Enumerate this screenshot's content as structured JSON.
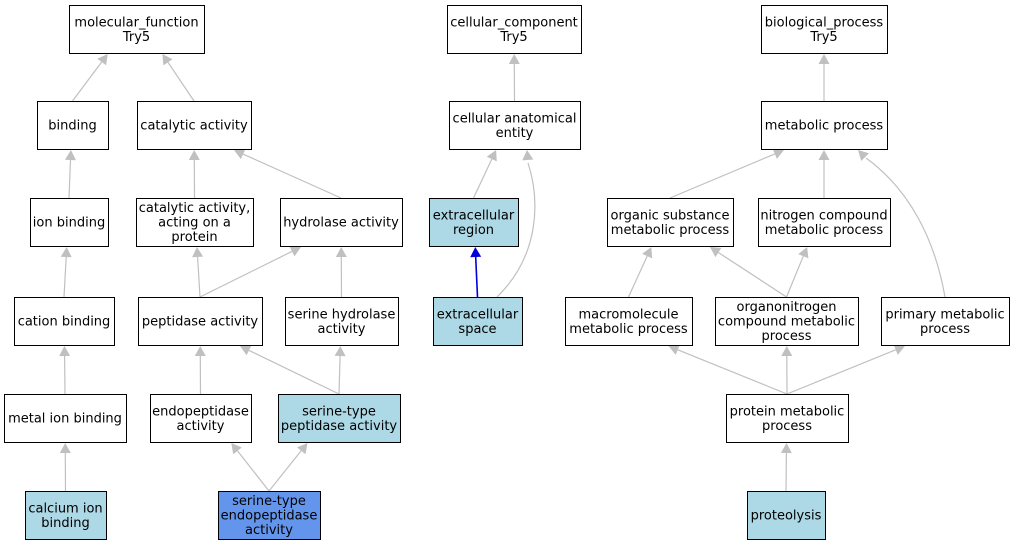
{
  "colors": {
    "default_node_fill": "#ffffff",
    "annotated_node_fill": "#add8e6",
    "query_node_fill": "#6495ed",
    "edge": "#c0c0c0",
    "highlighted_edge": "#0000dd"
  },
  "nodes": {
    "mf_root": {
      "lines": [
        "molecular_function",
        "Try5"
      ],
      "style": "default"
    },
    "binding": {
      "lines": [
        "binding"
      ],
      "style": "default"
    },
    "catalytic": {
      "lines": [
        "catalytic activity"
      ],
      "style": "default"
    },
    "ion_binding": {
      "lines": [
        "ion binding"
      ],
      "style": "default"
    },
    "cat_protein": {
      "lines": [
        "catalytic activity,",
        "acting on a",
        "protein"
      ],
      "style": "default"
    },
    "hydrolase": {
      "lines": [
        "hydrolase activity"
      ],
      "style": "default"
    },
    "cation": {
      "lines": [
        "cation binding"
      ],
      "style": "default"
    },
    "peptidase": {
      "lines": [
        "peptidase activity"
      ],
      "style": "default"
    },
    "serine_hyd": {
      "lines": [
        "serine hydrolase",
        "activity"
      ],
      "style": "default"
    },
    "metal_ion": {
      "lines": [
        "metal ion binding"
      ],
      "style": "default"
    },
    "endopep": {
      "lines": [
        "endopeptidase",
        "activity"
      ],
      "style": "default"
    },
    "serine_pep": {
      "lines": [
        "serine-type",
        "peptidase activity"
      ],
      "style": "annotated"
    },
    "calcium": {
      "lines": [
        "calcium ion",
        "binding"
      ],
      "style": "annotated"
    },
    "serine_endo": {
      "lines": [
        "serine-type",
        "endopeptidase",
        "activity"
      ],
      "style": "query"
    },
    "cc_root": {
      "lines": [
        "cellular_component",
        "Try5"
      ],
      "style": "default"
    },
    "cell_anat": {
      "lines": [
        "cellular anatomical",
        "entity"
      ],
      "style": "default"
    },
    "extra_region": {
      "lines": [
        "extracellular",
        "region"
      ],
      "style": "annotated"
    },
    "extra_space": {
      "lines": [
        "extracellular",
        "space"
      ],
      "style": "annotated"
    },
    "bp_root": {
      "lines": [
        "biological_process",
        "Try5"
      ],
      "style": "default"
    },
    "metabolic": {
      "lines": [
        "metabolic process"
      ],
      "style": "default"
    },
    "organic": {
      "lines": [
        "organic substance",
        "metabolic process"
      ],
      "style": "default"
    },
    "nitrogen": {
      "lines": [
        "nitrogen compound",
        "metabolic process"
      ],
      "style": "default"
    },
    "macro": {
      "lines": [
        "macromolecule",
        "metabolic process"
      ],
      "style": "default"
    },
    "organonitro": {
      "lines": [
        "organonitrogen",
        "compound metabolic",
        "process"
      ],
      "style": "default"
    },
    "primary": {
      "lines": [
        "primary metabolic",
        "process"
      ],
      "style": "default"
    },
    "protein_met": {
      "lines": [
        "protein metabolic",
        "process"
      ],
      "style": "default"
    },
    "proteolysis": {
      "lines": [
        "proteolysis"
      ],
      "style": "annotated"
    }
  },
  "edges": [
    {
      "from": "binding",
      "to": "mf_root"
    },
    {
      "from": "catalytic",
      "to": "mf_root"
    },
    {
      "from": "ion_binding",
      "to": "binding"
    },
    {
      "from": "cat_protein",
      "to": "catalytic"
    },
    {
      "from": "hydrolase",
      "to": "catalytic"
    },
    {
      "from": "cation",
      "to": "ion_binding"
    },
    {
      "from": "peptidase",
      "to": "cat_protein"
    },
    {
      "from": "peptidase",
      "to": "hydrolase"
    },
    {
      "from": "serine_hyd",
      "to": "hydrolase"
    },
    {
      "from": "metal_ion",
      "to": "cation"
    },
    {
      "from": "endopep",
      "to": "peptidase"
    },
    {
      "from": "serine_pep",
      "to": "peptidase"
    },
    {
      "from": "serine_pep",
      "to": "serine_hyd"
    },
    {
      "from": "calcium",
      "to": "metal_ion"
    },
    {
      "from": "serine_endo",
      "to": "endopep"
    },
    {
      "from": "serine_endo",
      "to": "serine_pep"
    },
    {
      "from": "cell_anat",
      "to": "cc_root"
    },
    {
      "from": "extra_region",
      "to": "cell_anat"
    },
    {
      "from": "extra_space",
      "to": "cell_anat"
    },
    {
      "from": "extra_space",
      "to": "extra_region",
      "highlight": true
    },
    {
      "from": "metabolic",
      "to": "bp_root"
    },
    {
      "from": "organic",
      "to": "metabolic"
    },
    {
      "from": "nitrogen",
      "to": "metabolic"
    },
    {
      "from": "primary",
      "to": "metabolic"
    },
    {
      "from": "macro",
      "to": "organic"
    },
    {
      "from": "organonitro",
      "to": "organic"
    },
    {
      "from": "organonitro",
      "to": "nitrogen"
    },
    {
      "from": "protein_met",
      "to": "macro"
    },
    {
      "from": "protein_met",
      "to": "organonitro"
    },
    {
      "from": "protein_met",
      "to": "primary"
    },
    {
      "from": "proteolysis",
      "to": "protein_met"
    }
  ]
}
